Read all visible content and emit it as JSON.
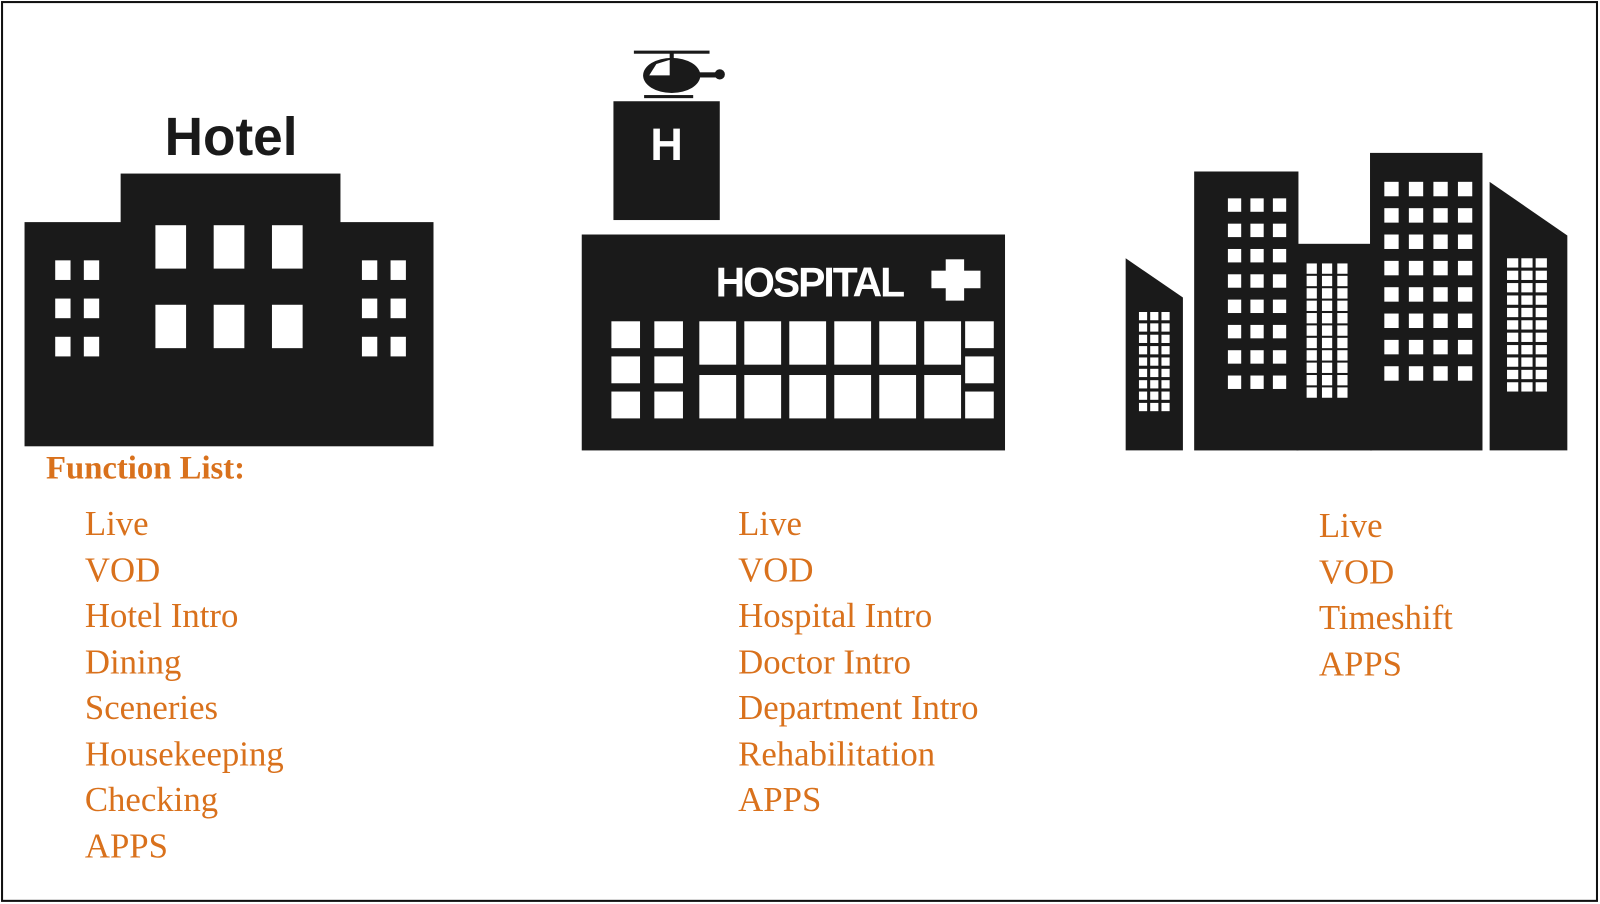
{
  "hotel": {
    "sign": "Hotel",
    "heading": "Function List:",
    "items": [
      "Live",
      "VOD",
      "Hotel Intro",
      "Dining",
      "Sceneries",
      "Housekeeping",
      "Checking",
      "APPS"
    ]
  },
  "hospital": {
    "tower_letter": "H",
    "sign": "HOSPITAL",
    "items": [
      "Live",
      "VOD",
      "Hospital Intro",
      "Doctor Intro",
      "Department Intro",
      "Rehabilitation",
      "APPS"
    ]
  },
  "city": {
    "items": [
      "Live",
      "VOD",
      "Timeshift",
      "APPS"
    ]
  },
  "colors": {
    "text": "#d9711c",
    "building": "#1a1a1a"
  }
}
